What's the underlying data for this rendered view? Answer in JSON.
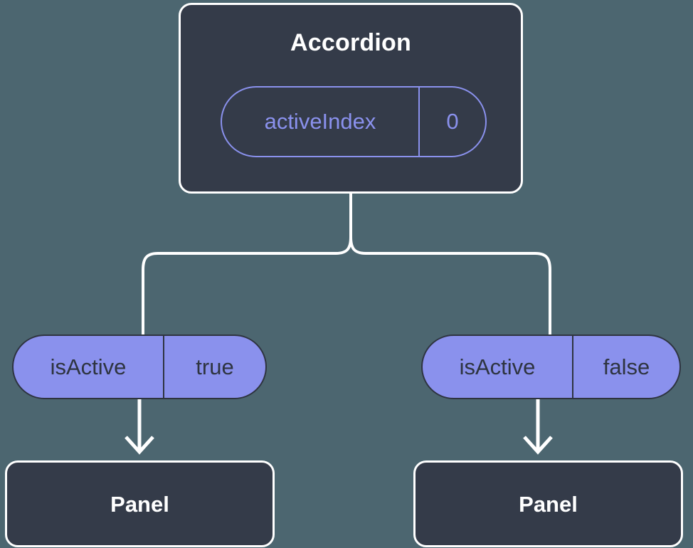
{
  "diagram": {
    "type": "component-state-tree",
    "background_color": "#4c6670",
    "node_fill": "#343b49",
    "node_stroke": "#ffffff",
    "accent_color": "#8a91ed",
    "dark_text_color": "#2e3440",
    "root": {
      "title": "Accordion",
      "prop": {
        "key": "activeIndex",
        "value": "0"
      }
    },
    "branches": [
      {
        "pill": {
          "key": "isActive",
          "value": "true"
        },
        "child": {
          "title": "Panel"
        }
      },
      {
        "pill": {
          "key": "isActive",
          "value": "false"
        },
        "child": {
          "title": "Panel"
        }
      }
    ]
  }
}
